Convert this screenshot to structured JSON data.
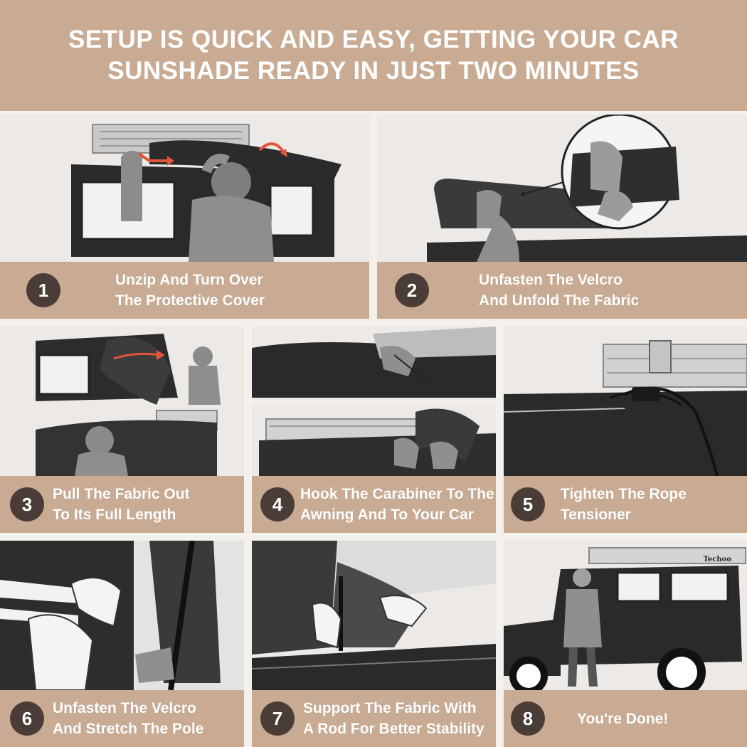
{
  "header": {
    "title_line1": "SETUP IS QUICK AND EASY, GETTING YOUR CAR",
    "title_line2": "SUNSHADE READY IN JUST TWO MINUTES"
  },
  "steps": [
    {
      "number": "1",
      "line1": "Unzip And Turn Over",
      "line2": "The Protective Cover"
    },
    {
      "number": "2",
      "line1": "Unfasten The Velcro",
      "line2": "And Unfold The Fabric"
    },
    {
      "number": "3",
      "line1": "Pull The Fabric Out",
      "line2": "To Its Full Length"
    },
    {
      "number": "4",
      "line1": "Hook The Carabiner To The",
      "line2": "Awning And To Your Car"
    },
    {
      "number": "5",
      "line1": "Tighten The Rope",
      "line2": "Tensioner"
    },
    {
      "number": "6",
      "line1": "Unfasten The Velcro",
      "line2": "And Stretch The Pole"
    },
    {
      "number": "7",
      "line1": "Support The Fabric With",
      "line2": "A Rod For Better Stability"
    },
    {
      "number": "8",
      "line1": "You're Done!",
      "line2": ""
    }
  ],
  "brand_logo_text": "Techoo",
  "colors": {
    "accent": "#c9ab94",
    "badge": "#4a3d38",
    "text_on_accent": "#ffffff",
    "arrow": "#e2553a"
  }
}
